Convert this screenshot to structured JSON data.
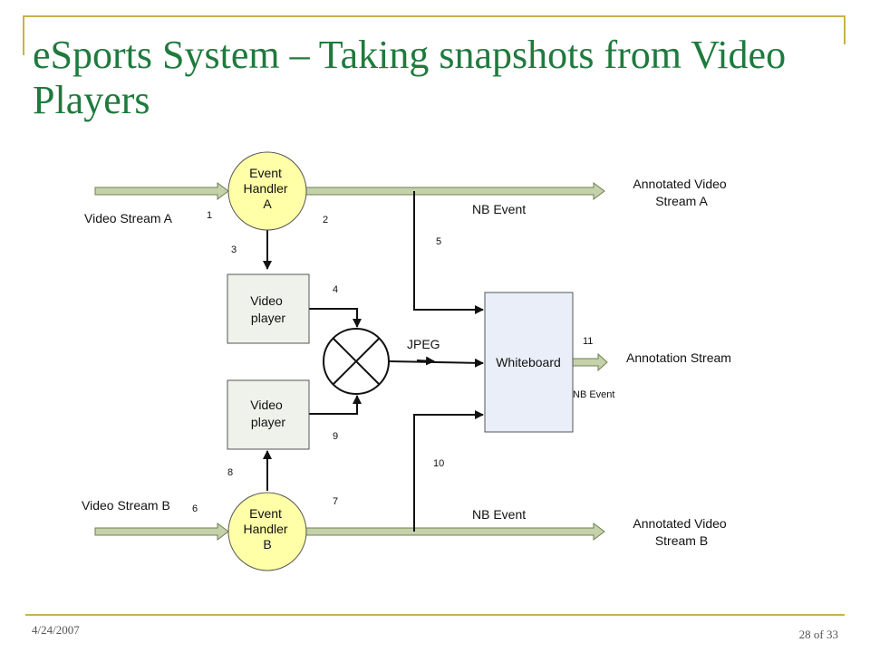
{
  "slide": {
    "title": "eSports System – Taking snapshots from Video Players",
    "date": "4/24/2007",
    "page": "28 of 33"
  },
  "diagram": {
    "event_handler_a": [
      "Event",
      "Handler",
      "A"
    ],
    "event_handler_b": [
      "Event",
      "Handler",
      "B"
    ],
    "video_player_top": [
      "Video",
      "player"
    ],
    "video_player_bottom": [
      "Video",
      "player"
    ],
    "whiteboard": "Whiteboard",
    "video_stream_a": "Video Stream A",
    "video_stream_b": "Video Stream B",
    "annotated_stream_a": [
      "Annotated Video",
      "Stream A"
    ],
    "annotated_stream_b": [
      "Annotated Video",
      "Stream B"
    ],
    "annotation_stream": "Annotation Stream",
    "nb_event_top": "NB Event",
    "nb_event_bottom": "NB Event",
    "nb_event_whiteboard": "NB Event",
    "jpeg": "JPEG",
    "step_numbers": [
      "1",
      "2",
      "3",
      "4",
      "5",
      "6",
      "7",
      "8",
      "9",
      "10",
      "11"
    ]
  },
  "colors": {
    "title": "#1f7a3d",
    "frame": "#c9b24a",
    "circle_fill": "#ffffa8",
    "box_fill": "#eef2ea",
    "whiteboard_fill": "#e9eef8",
    "wide_arrow": "#c4d1aa"
  }
}
